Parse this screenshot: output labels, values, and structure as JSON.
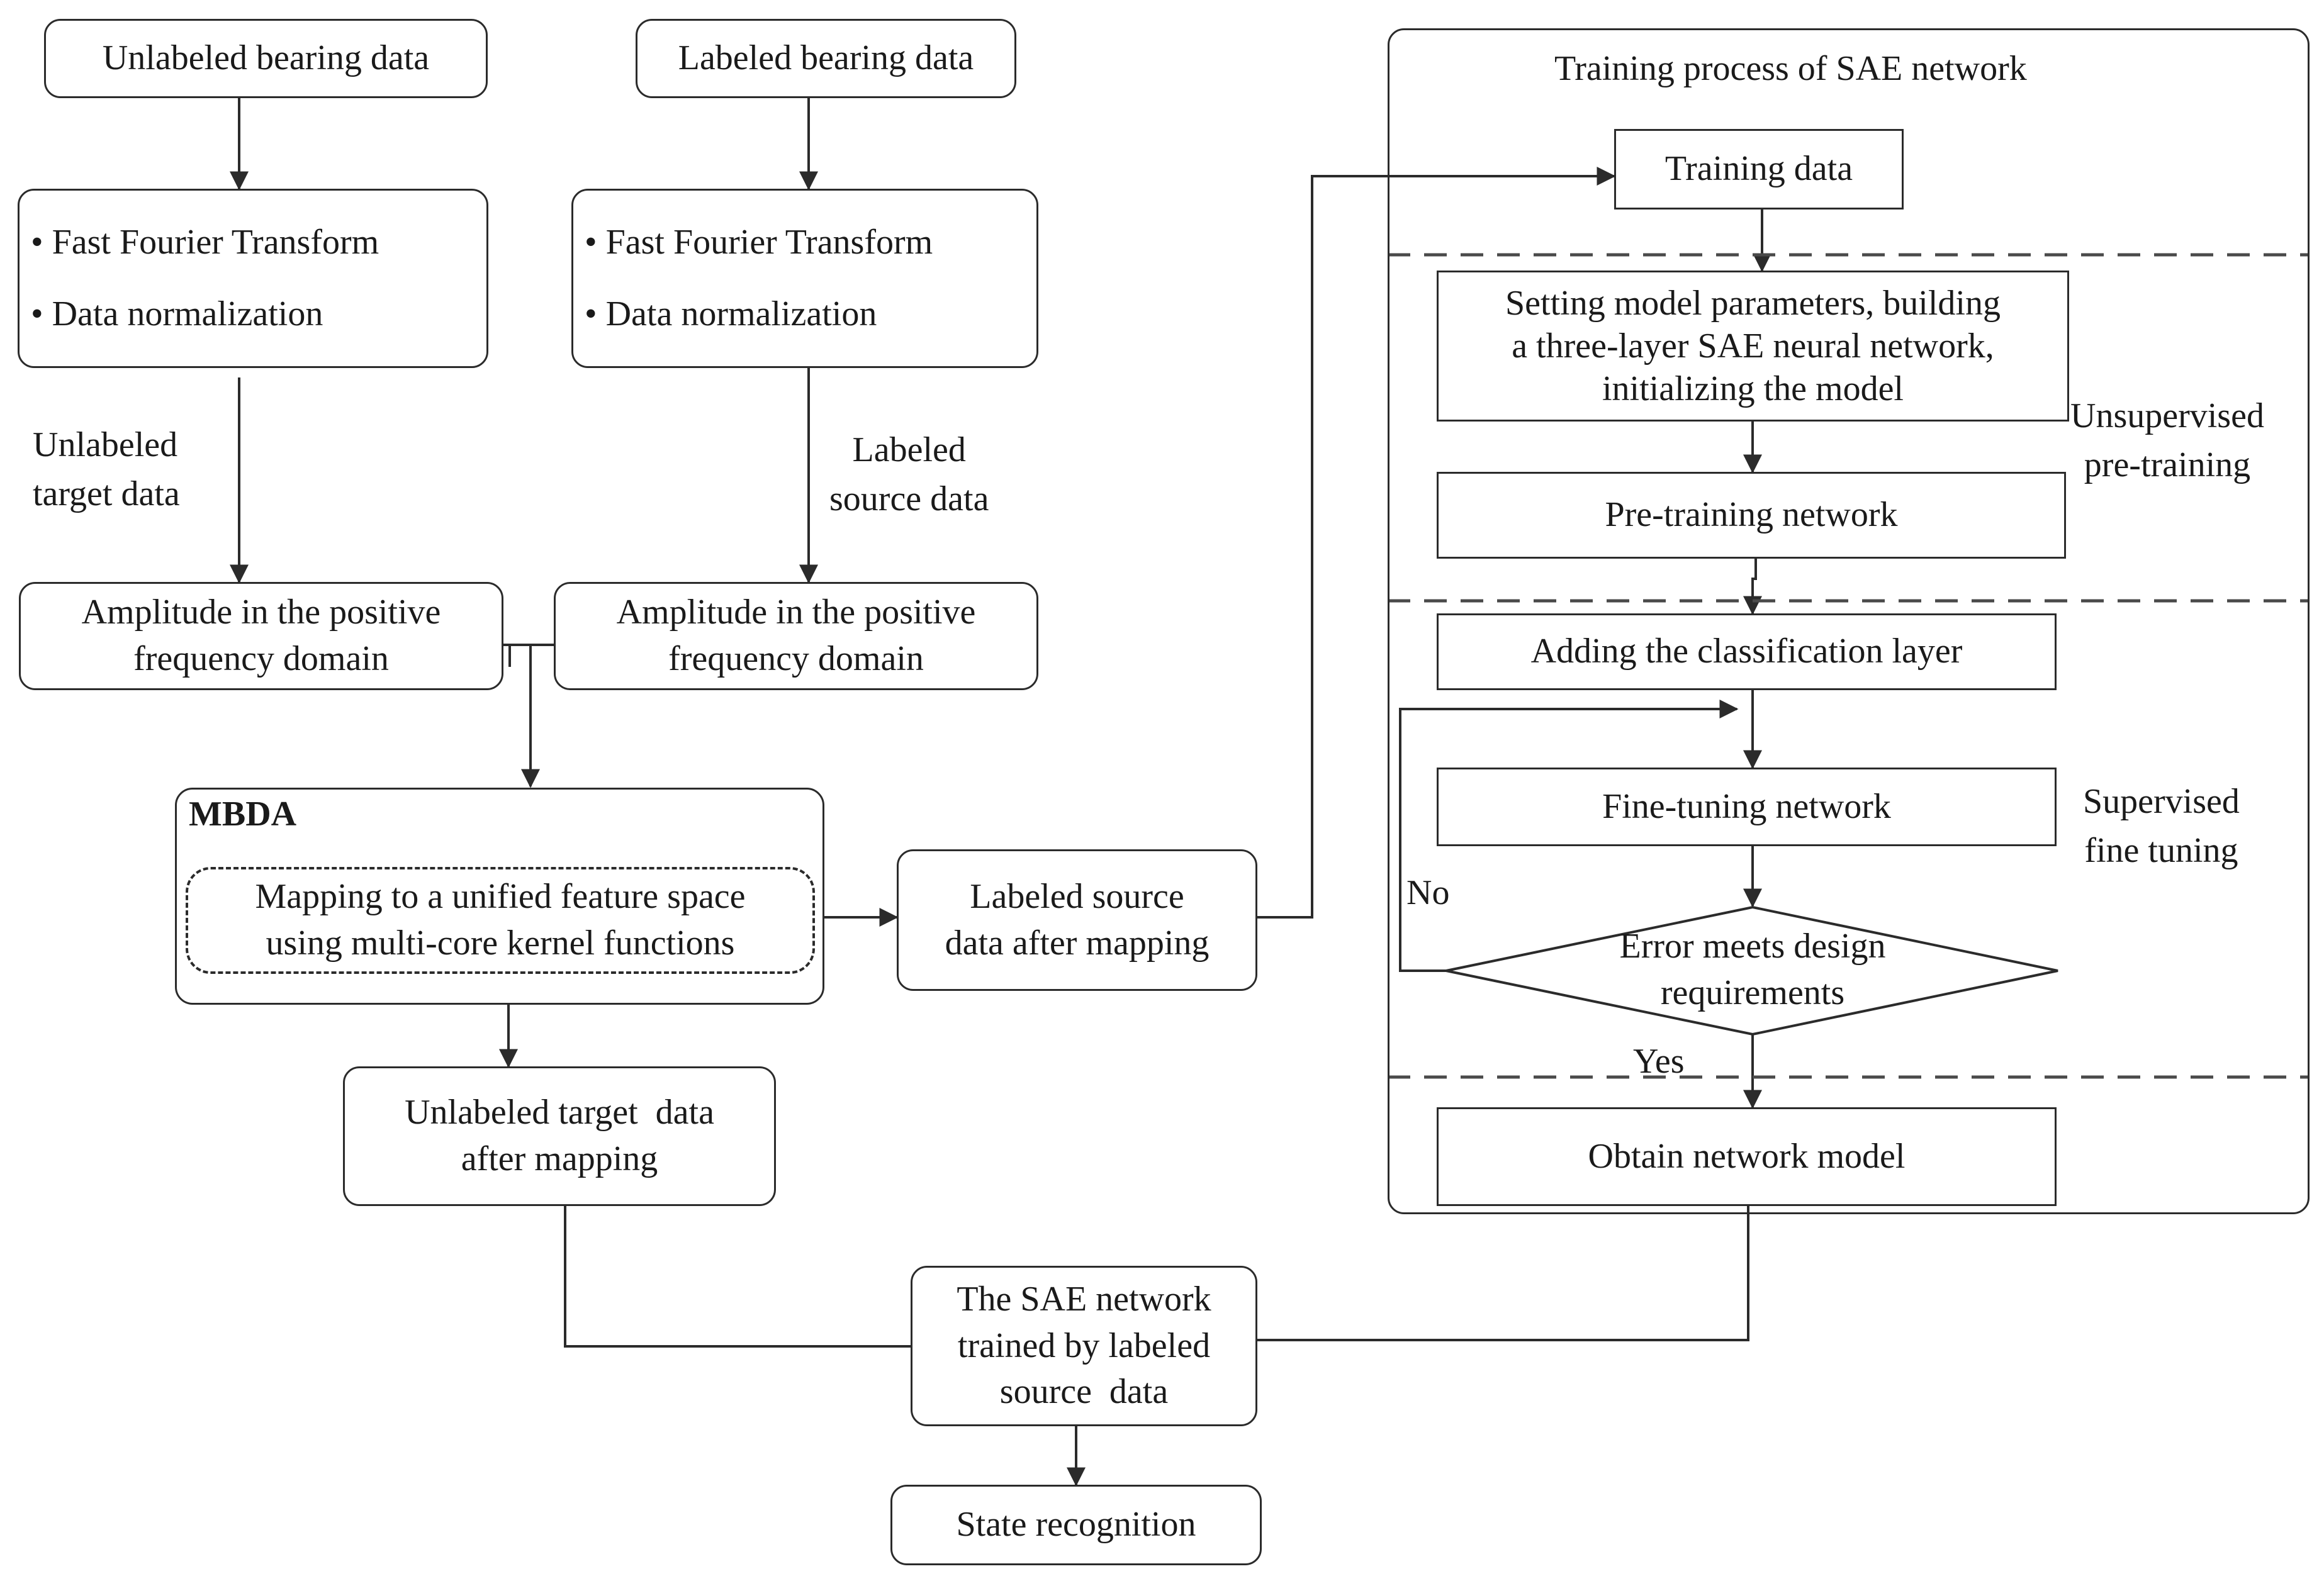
{
  "left": {
    "unlabeled_bearing": "Unlabeled bearing data",
    "labeled_bearing": "Labeled bearing data",
    "preprocess_left": [
      "Fast Fourier Transform",
      "Data normalization"
    ],
    "preprocess_right": [
      "Fast Fourier Transform",
      "Data normalization"
    ],
    "unlabeled_target_label": "Unlabeled\ntarget data",
    "labeled_source_label": "Labeled\nsource data",
    "amplitude_left": "Amplitude in the positive\nfrequency domain",
    "amplitude_right": "Amplitude in the positive\nfrequency domain",
    "mbda_title": "MBDA",
    "mbda_mapping": "Mapping to a unified feature space\nusing multi-core kernel functions",
    "labeled_after_mapping": "Labeled source\ndata after mapping",
    "unlabeled_after_mapping": "Unlabeled target  data\nafter mapping",
    "sae_trained": "The SAE network\ntrained by labeled\nsource  data",
    "state_recognition": "State recognition"
  },
  "training": {
    "title": "Training process of SAE network",
    "training_data": "Training data",
    "setting_params": "Setting model parameters, building\na three-layer SAE neural network,\ninitializing the model",
    "pretraining": "Pre-training network",
    "unsupervised_label": "Unsupervised\npre-training",
    "add_classification": "Adding the classification layer",
    "fine_tuning": "Fine-tuning network",
    "supervised_label": "Supervised\nfine tuning",
    "error_check": "Error meets design\nrequirements",
    "no_label": "No",
    "yes_label": "Yes",
    "obtain_model": "Obtain network model"
  }
}
